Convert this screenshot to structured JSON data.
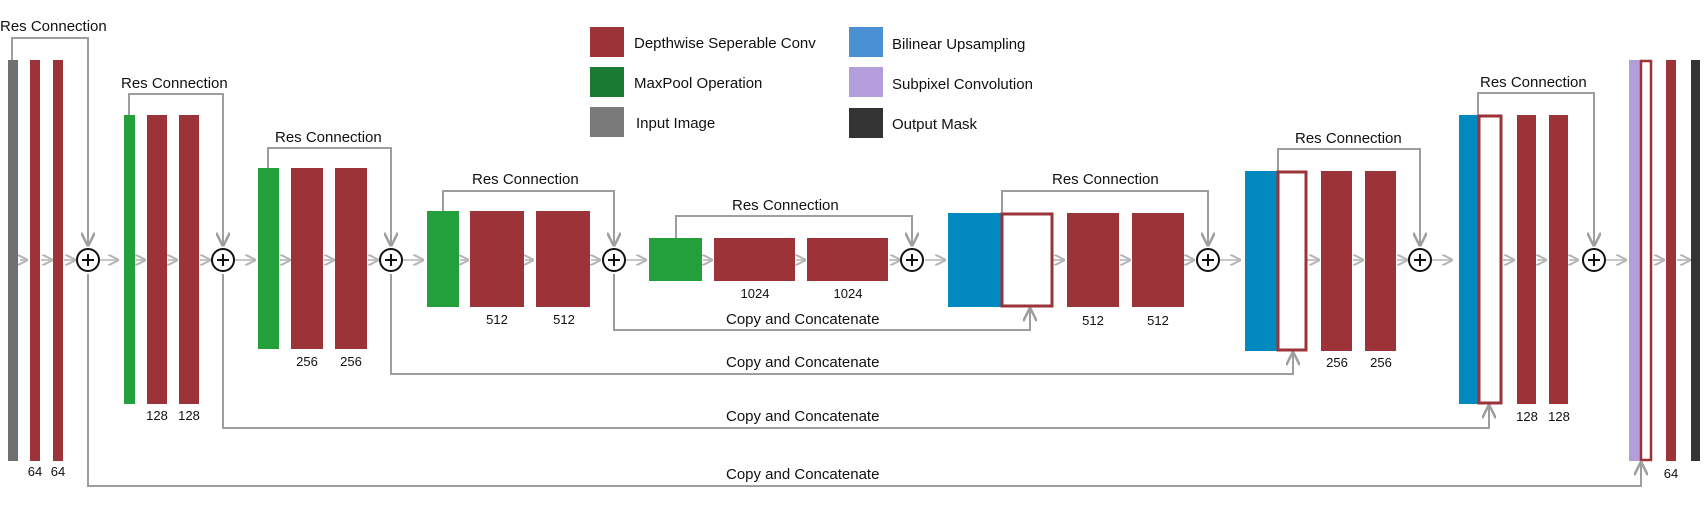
{
  "legend": {
    "items": [
      {
        "key": "depthwise",
        "label": "Depthwise Seperable Conv",
        "color": "#9c3339"
      },
      {
        "key": "maxpool",
        "label": "MaxPool Operation",
        "color": "#1b7a32"
      },
      {
        "key": "input",
        "label": "Input Image",
        "color": "#7a7a7a"
      },
      {
        "key": "bilinear",
        "label": "Bilinear Upsampling",
        "color": "#4a90d2"
      },
      {
        "key": "subpixel",
        "label": "Subpixel Convolution",
        "color": "#b39ddb"
      },
      {
        "key": "output",
        "label": "Output Mask",
        "color": "#333333"
      }
    ]
  },
  "colors": {
    "conv": "#9c3339",
    "pool": "#23a03c",
    "upsample": "#0289bf",
    "input": "#6f6f6f",
    "subpixel": "#b39ddb",
    "output": "#333333",
    "connector": "#9e9e9e"
  },
  "labels": {
    "res_connection": "Res Connection",
    "copy_concat": "Copy and Concatenate"
  },
  "channels": {
    "c64": "64",
    "c128": "128",
    "c256": "256",
    "c512": "512",
    "c1024": "1024"
  }
}
